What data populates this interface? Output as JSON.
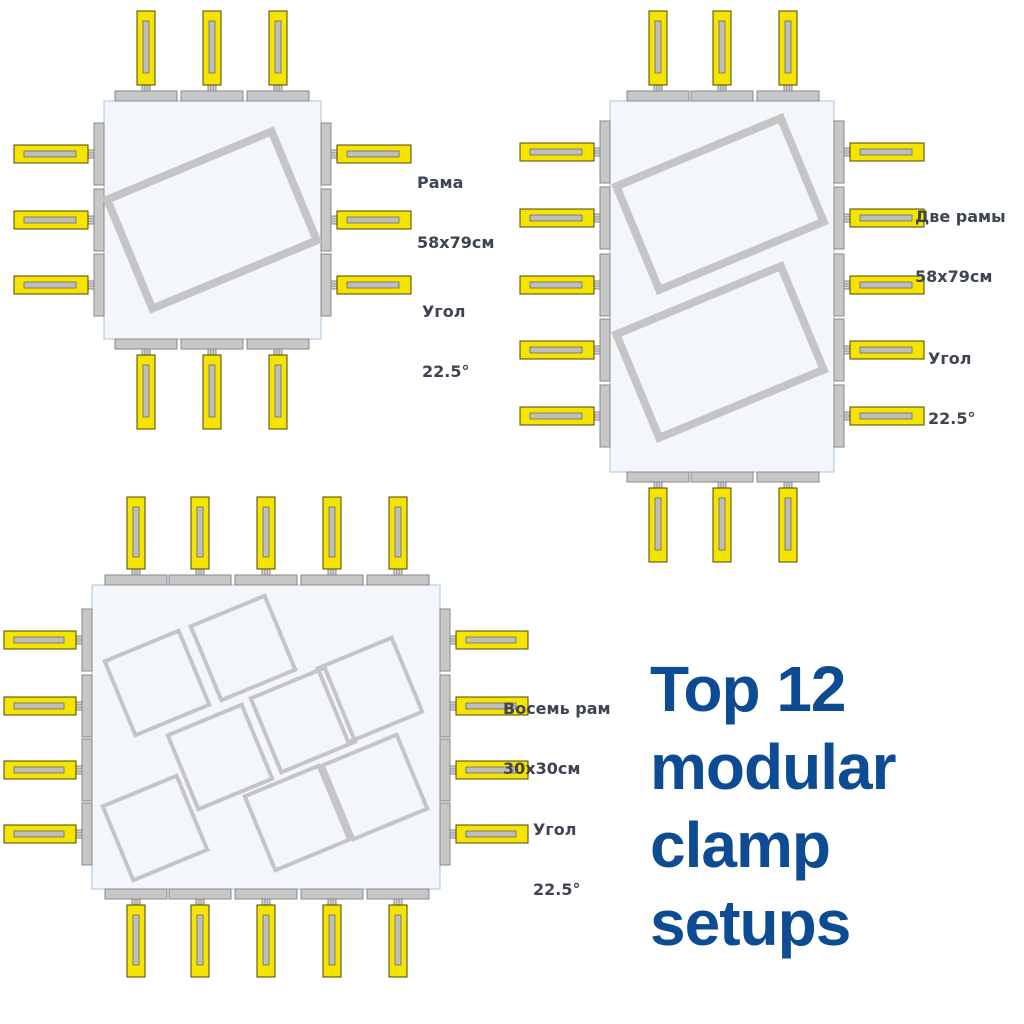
{
  "colors": {
    "board": "#f3f7fb",
    "board_edge": "#a9c3dd",
    "frame": "#c5c5c5",
    "bar": "#c7c7c7",
    "bar_edge": "#8a8a8a",
    "clamp": "#f5e400",
    "clamp_edge": "#4a4600",
    "slot": "#bdbdbd",
    "label": "#3d4452",
    "headline": "#0d4c92"
  },
  "setups": [
    {
      "name": "setup-1",
      "frame_label": [
        "Рама",
        "58x79см"
      ],
      "angle_label": [
        "Угол",
        "22.5°"
      ]
    },
    {
      "name": "setup-2",
      "frame_label": [
        "Две рамы",
        "58x79см"
      ],
      "angle_label": [
        "Угол",
        "22.5°"
      ]
    },
    {
      "name": "setup-3",
      "frame_label": [
        "Восемь рам",
        "30x30см"
      ],
      "angle_label": [
        "Угол",
        "22.5°"
      ]
    }
  ],
  "headline": [
    "Top 12",
    "modular",
    "clamp",
    "setups"
  ]
}
